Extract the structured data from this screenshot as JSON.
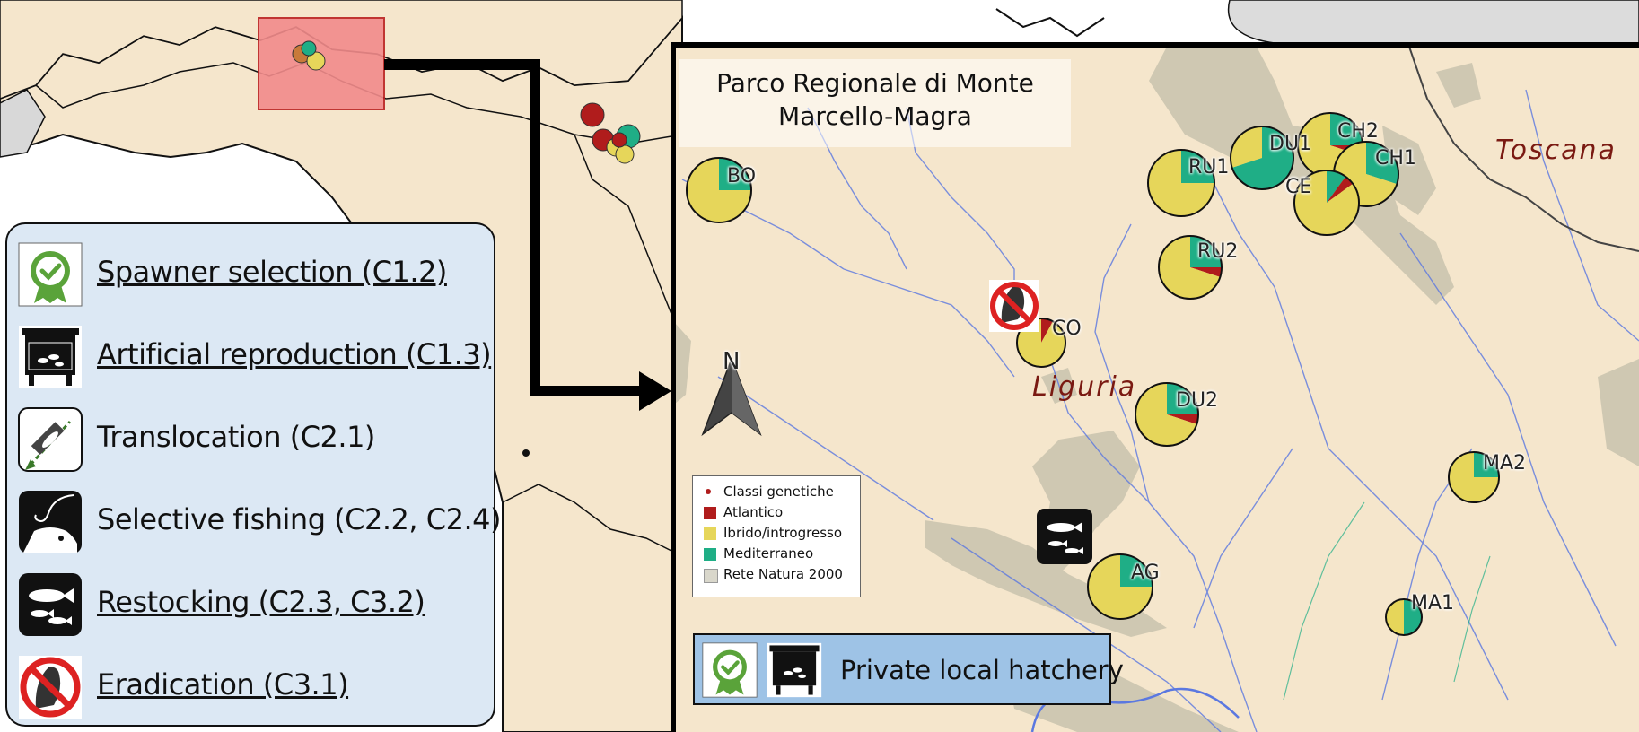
{
  "legend": {
    "items": [
      {
        "label": "Spawner selection (C1.2)",
        "underlined": true,
        "icon": "spawner-selection-icon"
      },
      {
        "label": "Artificial reproduction (C1.3)",
        "underlined": true,
        "icon": "artificial-reproduction-icon"
      },
      {
        "label": "Translocation (C2.1)",
        "underlined": false,
        "icon": "translocation-icon"
      },
      {
        "label": "Selective fishing (C2.2, C2.4)",
        "underlined": false,
        "icon": "selective-fishing-icon"
      },
      {
        "label": "Restocking (C2.3, C3.2)",
        "underlined": true,
        "icon": "restocking-icon"
      },
      {
        "label": "Eradication (C3.1)",
        "underlined": true,
        "icon": "eradication-icon"
      }
    ]
  },
  "inset": {
    "title_line1": "Parco Regionale di Monte",
    "title_line2": "Marcello-Magra",
    "regions": [
      "Liguria",
      "Toscana"
    ],
    "hatchery_label": "Private local hatchery",
    "north_label": "N"
  },
  "map_legend": {
    "title": "Classi genetiche",
    "entries": [
      {
        "label": "Atlantico",
        "color": "#b01c1c"
      },
      {
        "label": "Ibrido/introgresso",
        "color": "#e6d65a"
      },
      {
        "label": "Mediterraneo",
        "color": "#1fae86"
      },
      {
        "label": "Rete Natura 2000",
        "color": "#d9d7cb"
      }
    ]
  },
  "colors": {
    "atlantic": "#b01c1c",
    "hybrid": "#e6d65a",
    "mediterranean": "#1fae86",
    "natura2000": "#cfc8b2",
    "land": "#f5e6cc",
    "river": "#5b78e0",
    "legend_bg": "#dce8f4",
    "highlight_box": "#f28b8b"
  },
  "sites": [
    {
      "name": "BO",
      "atlantic": 0,
      "hybrid": 75,
      "mediterranean": 25
    },
    {
      "name": "RU1",
      "atlantic": 0,
      "hybrid": 75,
      "mediterranean": 25
    },
    {
      "name": "DU1",
      "atlantic": 0,
      "hybrid": 30,
      "mediterranean": 70
    },
    {
      "name": "CH2",
      "atlantic": 5,
      "hybrid": 70,
      "mediterranean": 25
    },
    {
      "name": "CH1",
      "atlantic": 0,
      "hybrid": 70,
      "mediterranean": 30
    },
    {
      "name": "CE",
      "atlantic": 5,
      "hybrid": 85,
      "mediterranean": 10
    },
    {
      "name": "RU2",
      "atlantic": 5,
      "hybrid": 70,
      "mediterranean": 25
    },
    {
      "name": "CO",
      "atlantic": 8,
      "hybrid": 92,
      "mediterranean": 0
    },
    {
      "name": "DU2",
      "atlantic": 5,
      "hybrid": 70,
      "mediterranean": 25
    },
    {
      "name": "MA2",
      "atlantic": 0,
      "hybrid": 75,
      "mediterranean": 25
    },
    {
      "name": "AG",
      "atlantic": 0,
      "hybrid": 75,
      "mediterranean": 25
    },
    {
      "name": "MA1",
      "atlantic": 0,
      "hybrid": 50,
      "mediterranean": 50
    }
  ]
}
